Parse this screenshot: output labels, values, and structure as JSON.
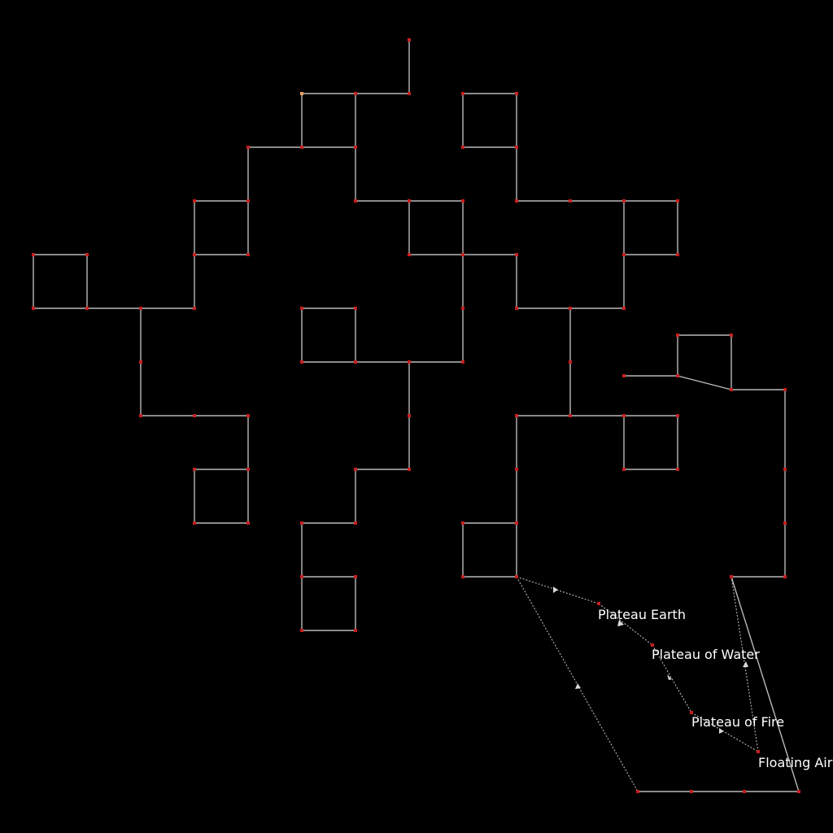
{
  "map": {
    "background": "#000000",
    "edge_color": "#b9b9b9",
    "node_color": "#c81e1e",
    "start_node_color": "#e6a060",
    "label_color": "#ffffff",
    "labels": {
      "plateau_earth": "Plateau Earth",
      "plateau_water": "Plateau of Water",
      "plateau_fire": "Plateau of Fire",
      "floating_air": "Floating Air"
    }
  }
}
